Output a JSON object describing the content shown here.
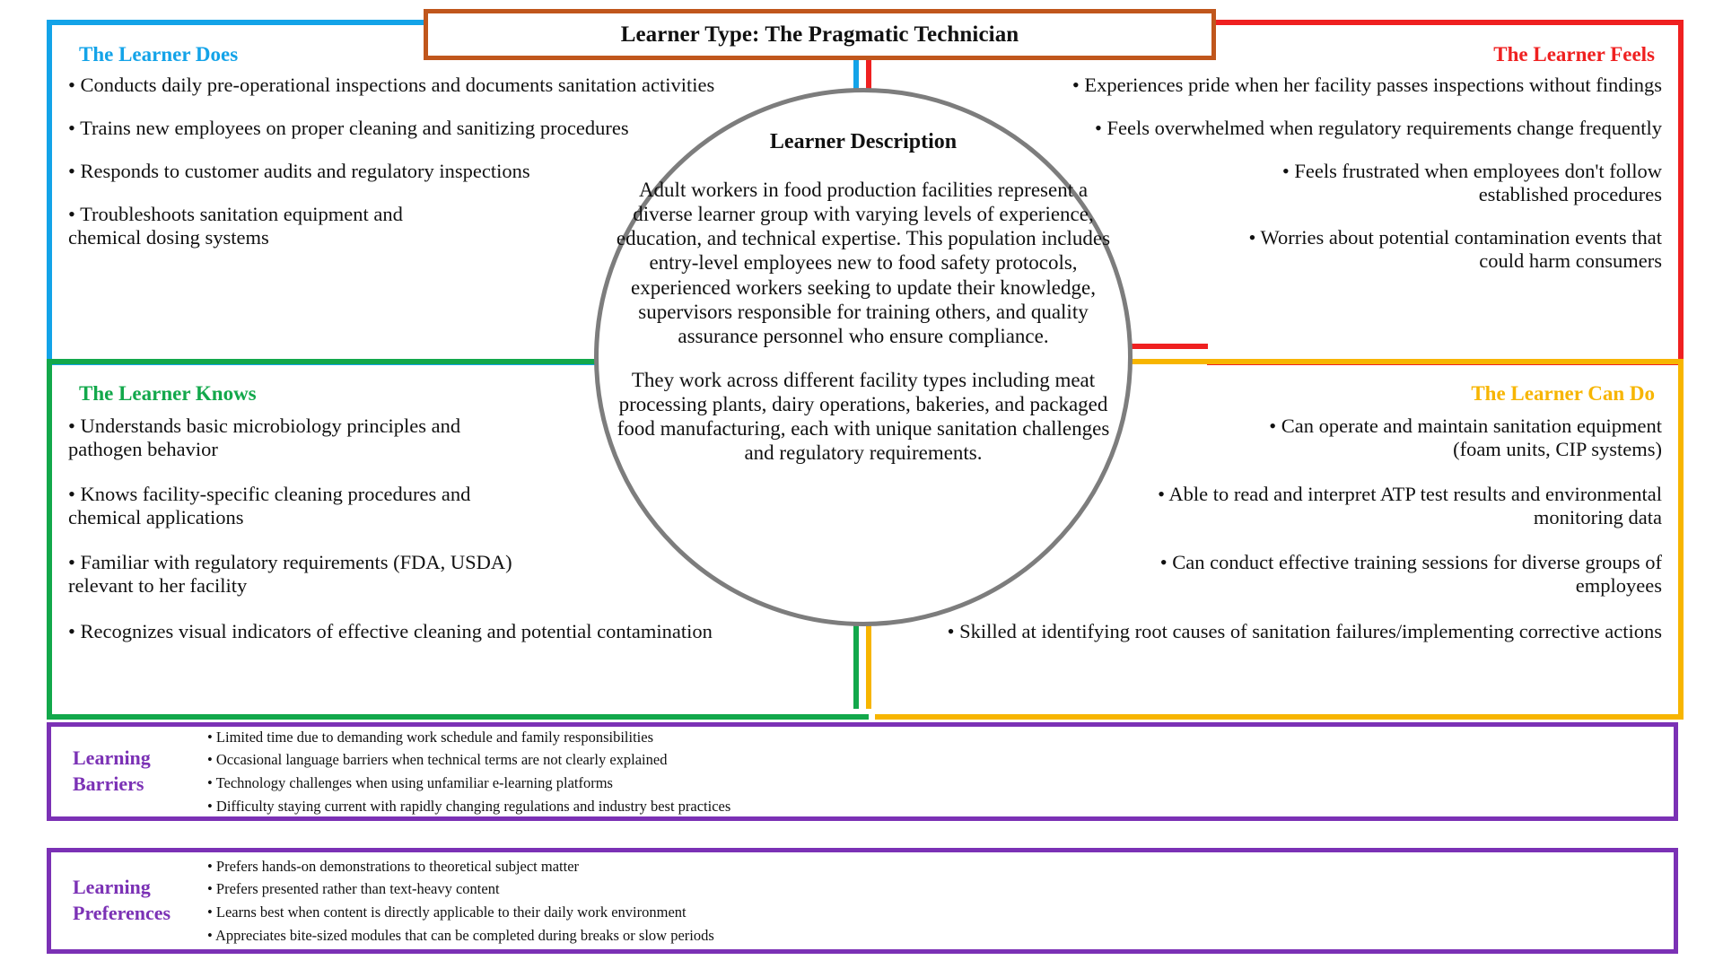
{
  "title": {
    "text": "Learner Type: The Pragmatic Technician",
    "color": "#c0561c"
  },
  "center": {
    "heading": "Learner Description",
    "paragraphs": [
      "Adult workers in food production facilities represent a diverse learner group with varying levels of experience, education, and technical expertise. This population includes entry-level employees new to food safety protocols, experienced workers seeking to update their knowledge, supervisors responsible for training others, and quality assurance personnel who ensure compliance.",
      "They work across different facility types including meat processing plants, dairy operations, bakeries, and packaged food manufacturing, each with unique sanitation challenges and regulatory requirements."
    ],
    "border_color": "#7d7d7d"
  },
  "quadrants": {
    "does": {
      "heading": "The Learner Does",
      "color": "#13a3e8",
      "items": [
        "• Conducts daily pre-operational inspections and documents sanitation activities",
        "• Trains new employees on proper cleaning and sanitizing procedures",
        "• Responds to customer audits and regulatory inspections",
        "• Troubleshoots sanitation equipment and chemical dosing systems"
      ]
    },
    "feels": {
      "heading": "The Learner Feels",
      "color": "#ef2020",
      "items": [
        "• Experiences pride when her facility passes inspections without findings",
        "• Feels overwhelmed when regulatory requirements change frequently",
        "• Feels frustrated when employees don't follow established procedures",
        "• Worries about potential contamination events that could harm consumers"
      ]
    },
    "knows": {
      "heading": "The Learner Knows",
      "color": "#12a84b",
      "items": [
        "• Understands basic microbiology principles and pathogen behavior",
        "• Knows facility-specific cleaning procedures and chemical applications",
        "• Familiar with regulatory requirements (FDA, USDA) relevant to her facility",
        "• Recognizes visual indicators of effective cleaning and potential contamination"
      ]
    },
    "cando": {
      "heading": "The Learner Can Do",
      "color": "#f7b500",
      "items": [
        "• Can operate and maintain sanitation equipment (foam units, CIP systems)",
        "• Able to read and interpret ATP test results and environmental monitoring data",
        "• Can conduct effective training sessions for diverse groups of employees",
        "• Skilled at identifying root causes of sanitation failures/implementing corrective actions"
      ]
    }
  },
  "panels": {
    "barriers": {
      "label": "Learning Barriers",
      "label_line1": "Learning",
      "label_line2": "Barriers",
      "color": "#7b31b5",
      "items": [
        "• Limited time due to demanding work schedule and family responsibilities",
        "• Occasional language barriers when technical terms are not clearly explained",
        "• Technology challenges when using unfamiliar e-learning platforms",
        "• Difficulty staying current with rapidly changing regulations and industry best practices"
      ]
    },
    "preferences": {
      "label": "Learning Preferences",
      "label_line1": "Learning",
      "label_line2": "Preferences",
      "color": "#7b31b5",
      "items": [
        "• Prefers hands-on demonstrations to theoretical subject matter",
        "• Prefers  presented rather than text-heavy content",
        "• Learns best when content is directly applicable to their daily work environment",
        "• Appreciates bite-sized modules that can be completed during breaks or slow periods"
      ]
    }
  }
}
